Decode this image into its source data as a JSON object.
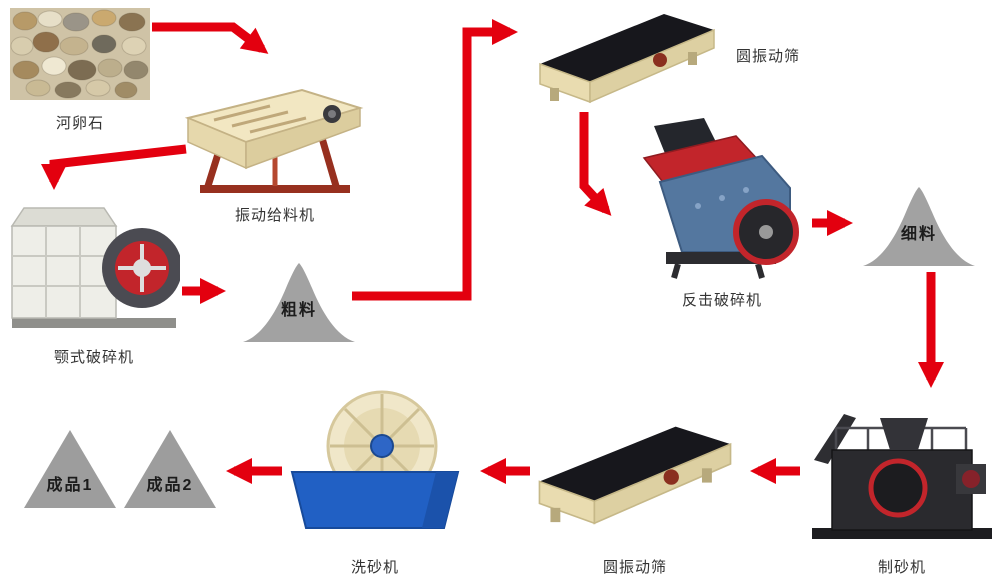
{
  "labels": {
    "pebble": "河卵石",
    "feeder": "振动给料机",
    "jaw_crusher": "颚式破碎机",
    "coarse_material": "粗料",
    "screen_top": "圆振动筛",
    "impact_crusher": "反击破碎机",
    "fine_material": "细料",
    "sand_maker": "制砂机",
    "screen_bottom": "圆振动筛",
    "sand_washer": "洗砂机",
    "product_1": "成品1",
    "product_2": "成品2"
  },
  "edges": [
    {
      "from": "河卵石",
      "to": "振动给料机"
    },
    {
      "from": "振动给料机",
      "to": "颚式破碎机"
    },
    {
      "from": "颚式破碎机",
      "to": "粗料"
    },
    {
      "from": "粗料",
      "to": "圆振动筛"
    },
    {
      "from": "圆振动筛",
      "to": "反击破碎机"
    },
    {
      "from": "反击破碎机",
      "to": "细料"
    },
    {
      "from": "细料",
      "to": "制砂机"
    },
    {
      "from": "制砂机",
      "to": "圆振动筛"
    },
    {
      "from": "圆振动筛",
      "to": "洗砂机"
    },
    {
      "from": "洗砂机",
      "to": "成品1"
    },
    {
      "from": "洗砂机",
      "to": "成品2"
    }
  ],
  "colors": {
    "arrow_red": "#e3000f",
    "pile_gray": "#a2a2a2",
    "text": "#333333",
    "background": "#ffffff"
  }
}
